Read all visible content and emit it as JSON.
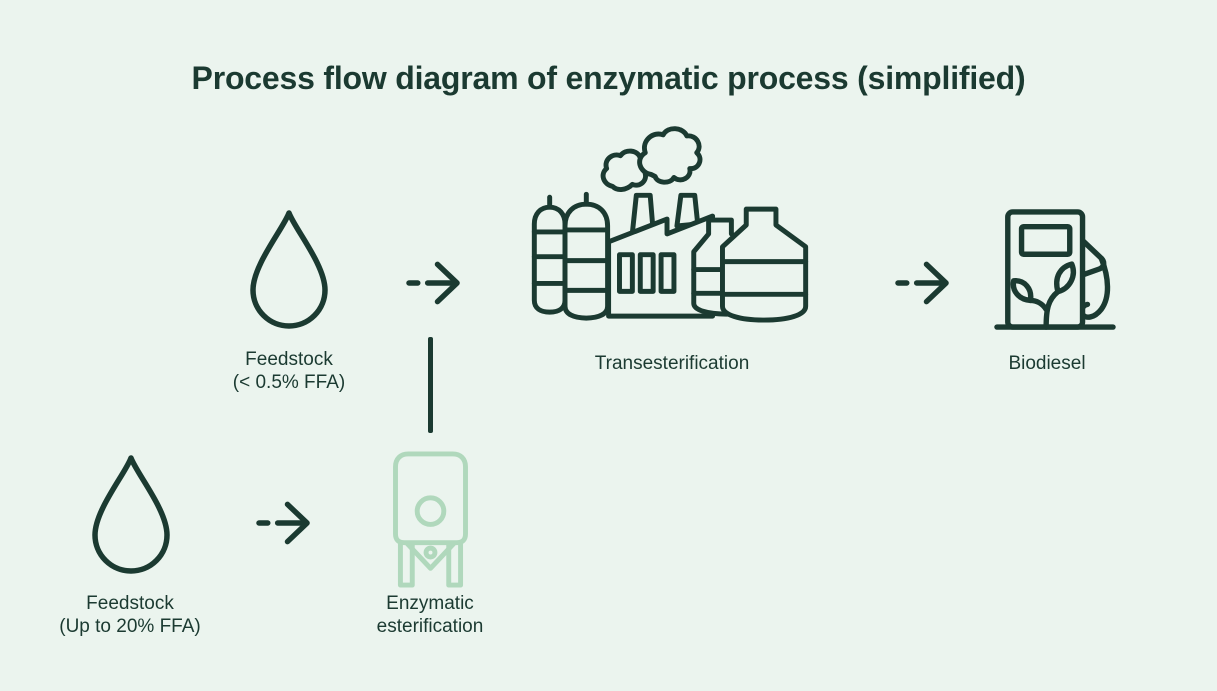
{
  "title": "Process flow diagram of enzymatic process (simplified)",
  "colors": {
    "background": "#ebf4ee",
    "primary": "#1b3a31",
    "secondary": "#b0d8bc"
  },
  "nodes": {
    "feedstock_low": {
      "icon": "droplet-icon",
      "label_line1": "Feedstock",
      "label_line2": "(< 0.5% FFA)"
    },
    "transesterification": {
      "icon": "factory-icon",
      "label": "Transesterification"
    },
    "biodiesel": {
      "icon": "fuel-pump-icon",
      "label": "Biodiesel"
    },
    "feedstock_high": {
      "icon": "droplet-icon",
      "label_line1": "Feedstock",
      "label_line2": "(Up to 20% FFA)"
    },
    "enzymatic_esterification": {
      "icon": "tank-icon",
      "label_line1": "Enzymatic",
      "label_line2": "esterification"
    }
  },
  "connectors": {
    "arrow_feedstock_low_to_transesterification": "dash-arrow-right-icon",
    "arrow_transesterification_to_biodiesel": "dash-arrow-right-icon",
    "arrow_feedstock_high_to_esterification": "dash-arrow-right-icon",
    "esterification_to_main_flow": "vertical-line"
  }
}
